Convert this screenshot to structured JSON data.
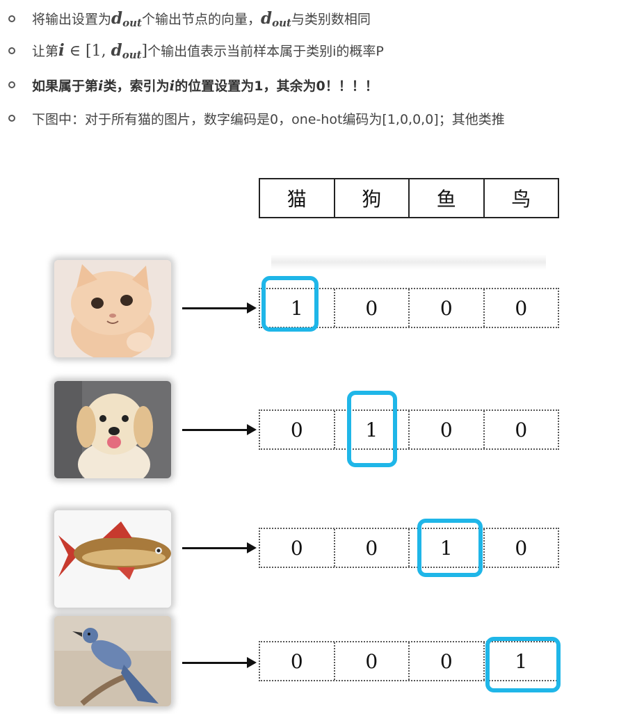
{
  "bullets": [
    {
      "pre": "将输出设置为",
      "m1": "d",
      "m1sub": "out",
      "mid": "个输出节点的向量，",
      "m2": "d",
      "m2sub": "out",
      "post": "与类别数相同"
    },
    {
      "pre": "让第",
      "i": "i",
      "in": " ∈ [1, ",
      "m": "d",
      "msub": "out",
      "close": "]",
      "post": "个输出值表示当前样本属于类别i的概率P"
    },
    {
      "pre": "如果属于第",
      "i": "i",
      "mid": "类，索引为",
      "i2": "i",
      "post": "的位置设置为1，其余为0！！！！"
    },
    {
      "text": "下图中：对于所有猫的图片，数字编码是0，one-hot编码为[1,0,0,0]；其他类推"
    }
  ],
  "header": [
    "猫",
    "狗",
    "鱼",
    "鸟"
  ],
  "rows": [
    {
      "animal": "cat",
      "values": [
        "1",
        "0",
        "0",
        "0"
      ],
      "hot": 0
    },
    {
      "animal": "dog",
      "values": [
        "0",
        "1",
        "0",
        "0"
      ],
      "hot": 1
    },
    {
      "animal": "fish",
      "values": [
        "0",
        "0",
        "1",
        "0"
      ],
      "hot": 2
    },
    {
      "animal": "bird",
      "values": [
        "0",
        "0",
        "0",
        "1"
      ],
      "hot": 3
    }
  ],
  "colors": {
    "highlight": "#1fb6e8",
    "text": "#444444"
  }
}
